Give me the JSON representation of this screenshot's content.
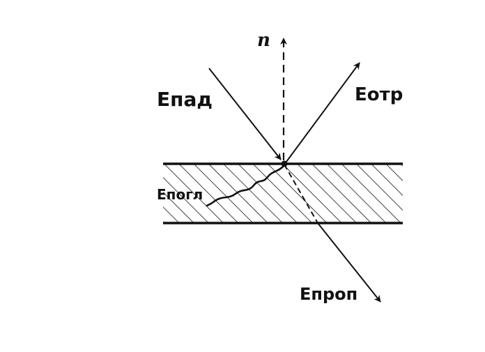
{
  "labels": {
    "normal": "n",
    "incident": "Eпад",
    "reflected": "Eотр",
    "absorbed": "Eпогл",
    "transmitted": "Eпроп"
  },
  "colors": {
    "ink": "#111111",
    "background": "#ffffff"
  }
}
